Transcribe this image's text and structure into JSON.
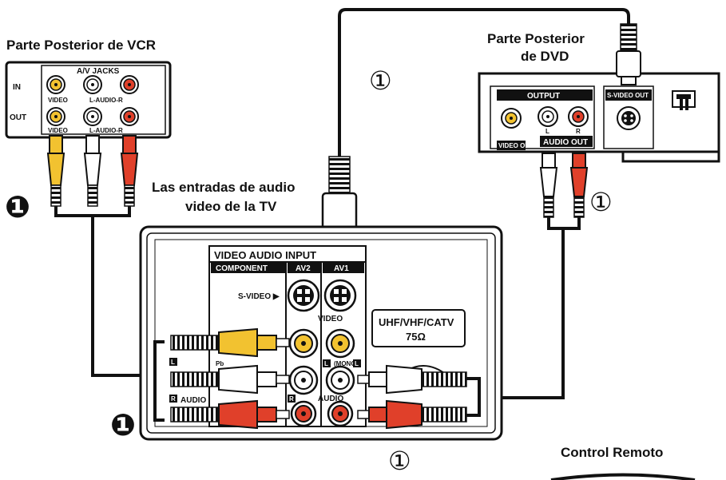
{
  "vcr": {
    "title": "Parte Posterior de VCR",
    "panel_header": "A/V JACKS",
    "row_in": "IN",
    "row_out": "OUT",
    "video_label": "VIDEO",
    "audio_label": "L-AUDIO-R"
  },
  "dvd": {
    "title_line1": "Parte Posterior",
    "title_line2": "de DVD",
    "output_header": "OUTPUT",
    "left": "L",
    "right": "R",
    "video_out": "VIDEO OUT",
    "audio_out": "AUDIO OUT",
    "svideo_out": "S-VIDEO OUT"
  },
  "tv": {
    "caption_line1": "Las entradas de audio",
    "caption_line2": "video de la TV",
    "input_header": "VIDEO AUDIO INPUT",
    "component": "COMPONENT",
    "av2": "AV2",
    "av1": "AV1",
    "svideo": "S-VIDEO ▶",
    "video": "VIDEO",
    "audio": "AUDIO",
    "audio_left": "AUDIO",
    "mono": "(MONO)",
    "l": "L",
    "r": "R",
    "pb": "Pb",
    "antenna_line1": "UHF/VHF/CATV",
    "antenna_line2": "75Ω"
  },
  "markers": {
    "circled_one": "①",
    "filled_one": "❶"
  },
  "remote": {
    "title": "Control Remoto"
  },
  "colors": {
    "yellow": "#f2c230",
    "red": "#e0402a",
    "white": "#ffffff",
    "outline": "#111111"
  }
}
